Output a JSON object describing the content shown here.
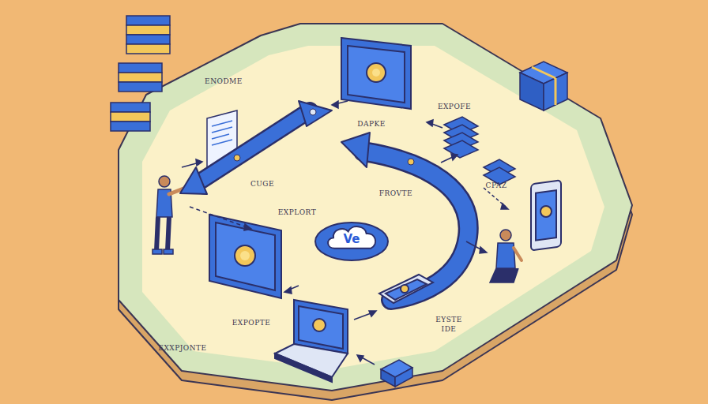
{
  "diagram": {
    "nodes": [
      {
        "text": [
          "Ve"
        ]
      }
    ],
    "labels": [
      "ENODME",
      "DAPKE",
      "EXPOFE",
      "CUGE",
      "EXPLORT",
      "FROVTE",
      "CPAZ",
      "EXPOPTE",
      "EYSTE IDE",
      "EXXPJONTE"
    ]
  }
}
